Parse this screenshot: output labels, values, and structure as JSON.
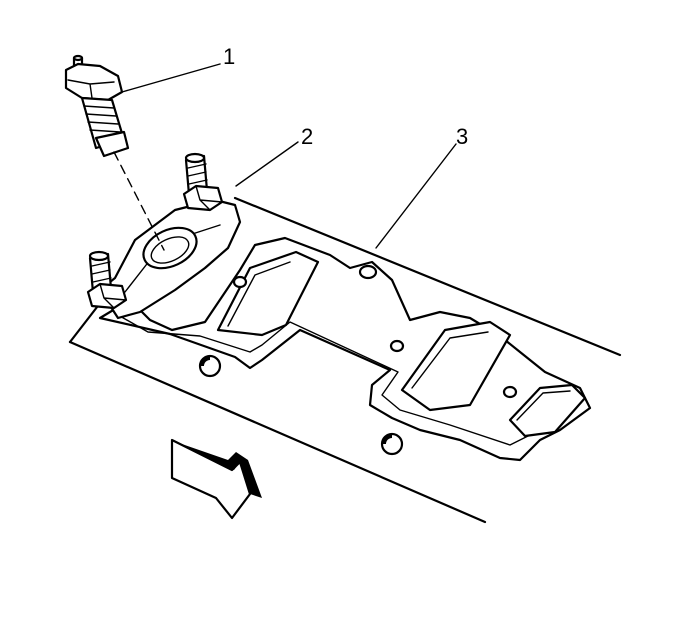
{
  "diagram": {
    "callouts": [
      {
        "id": "1",
        "label": "1",
        "part": "sensor"
      },
      {
        "id": "2",
        "label": "2",
        "part": "bracket"
      },
      {
        "id": "3",
        "label": "3",
        "part": "manifold-gasket"
      }
    ],
    "colors": {
      "line": "#000000",
      "background": "#ffffff"
    },
    "icons": [
      "direction-arrow-icon"
    ]
  }
}
